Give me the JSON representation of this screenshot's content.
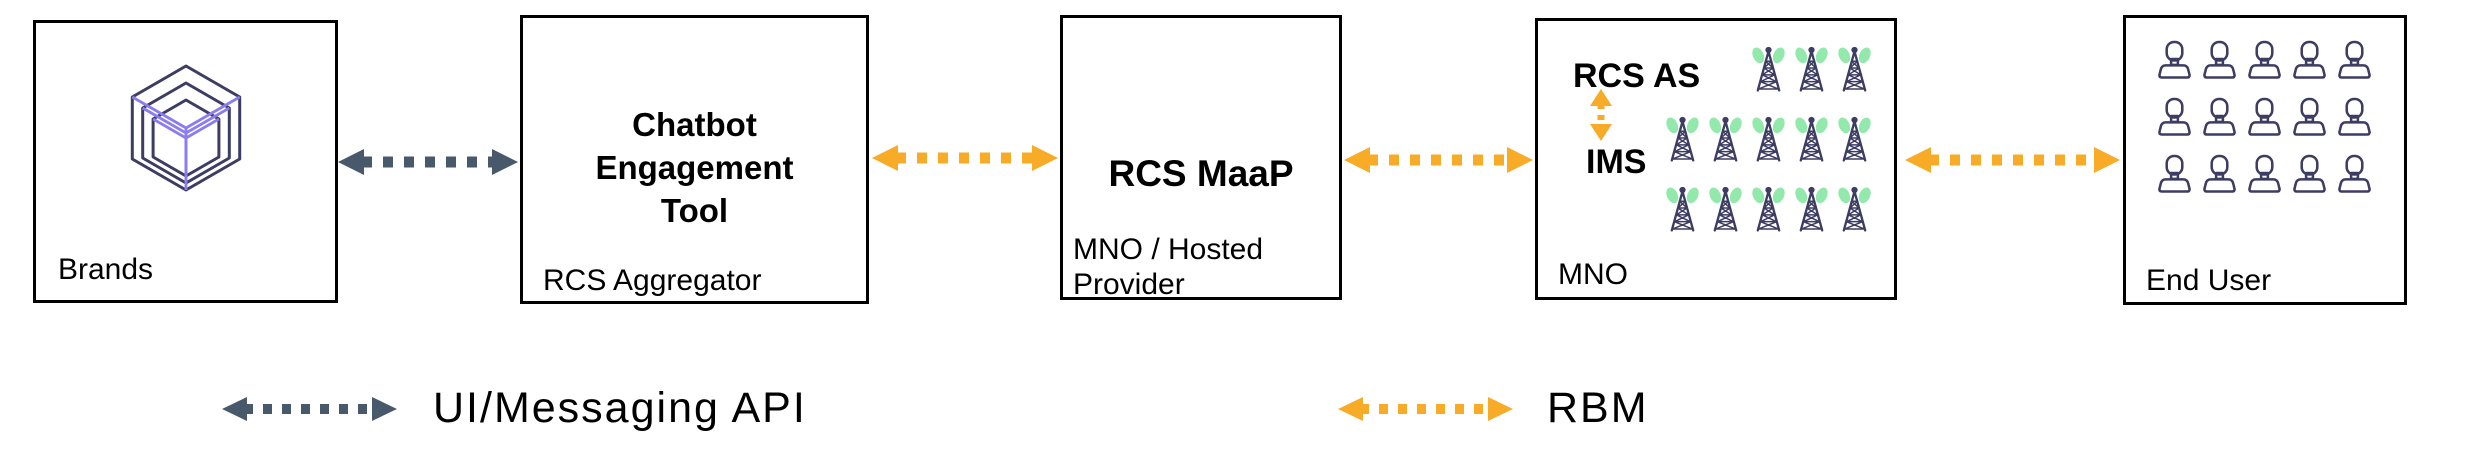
{
  "colors": {
    "api_arrow": "#47596b",
    "rbm_arrow": "#f8ab27",
    "icon_navy": "#3d3d63",
    "icon_purple": "#8b7cf0",
    "tower_green": "#93e9ab",
    "box_border": "#000000",
    "text_color": "#000000"
  },
  "boxes": [
    {
      "id": "brands",
      "label": "Brands",
      "icon": "nested-cube-icon"
    },
    {
      "id": "chatbot-engagement-tool",
      "title": "Chatbot Engagement Tool",
      "label": "RCS Aggregator"
    },
    {
      "id": "rcs-maap",
      "title": "RCS MaaP",
      "label": "MNO / Hosted Provider"
    },
    {
      "id": "mno",
      "label": "MNO",
      "components": {
        "rcs_as": "RCS AS",
        "ims": "IMS"
      },
      "tower_rows": [
        3,
        5,
        5
      ]
    },
    {
      "id": "end-user",
      "label": "End User",
      "person_rows": [
        5,
        5,
        5
      ]
    }
  ],
  "connections": [
    {
      "from": "Brands",
      "to": "Chatbot Engagement Tool",
      "type": "UI/Messaging API",
      "style": "dashed-double-arrow"
    },
    {
      "from": "Chatbot Engagement Tool",
      "to": "RCS MaaP",
      "type": "RBM",
      "style": "dashed-double-arrow"
    },
    {
      "from": "RCS MaaP",
      "to": "MNO",
      "type": "RBM",
      "style": "dashed-double-arrow"
    },
    {
      "from": "MNO",
      "to": "End User",
      "type": "RBM",
      "style": "dashed-double-arrow"
    },
    {
      "from": "RCS AS",
      "to": "IMS",
      "type": "RBM",
      "style": "dashed-double-arrow-vertical"
    }
  ],
  "legend": [
    {
      "label": "UI/Messaging API",
      "color": "#47596b"
    },
    {
      "label": "RBM",
      "color": "#f8ab27"
    }
  ]
}
